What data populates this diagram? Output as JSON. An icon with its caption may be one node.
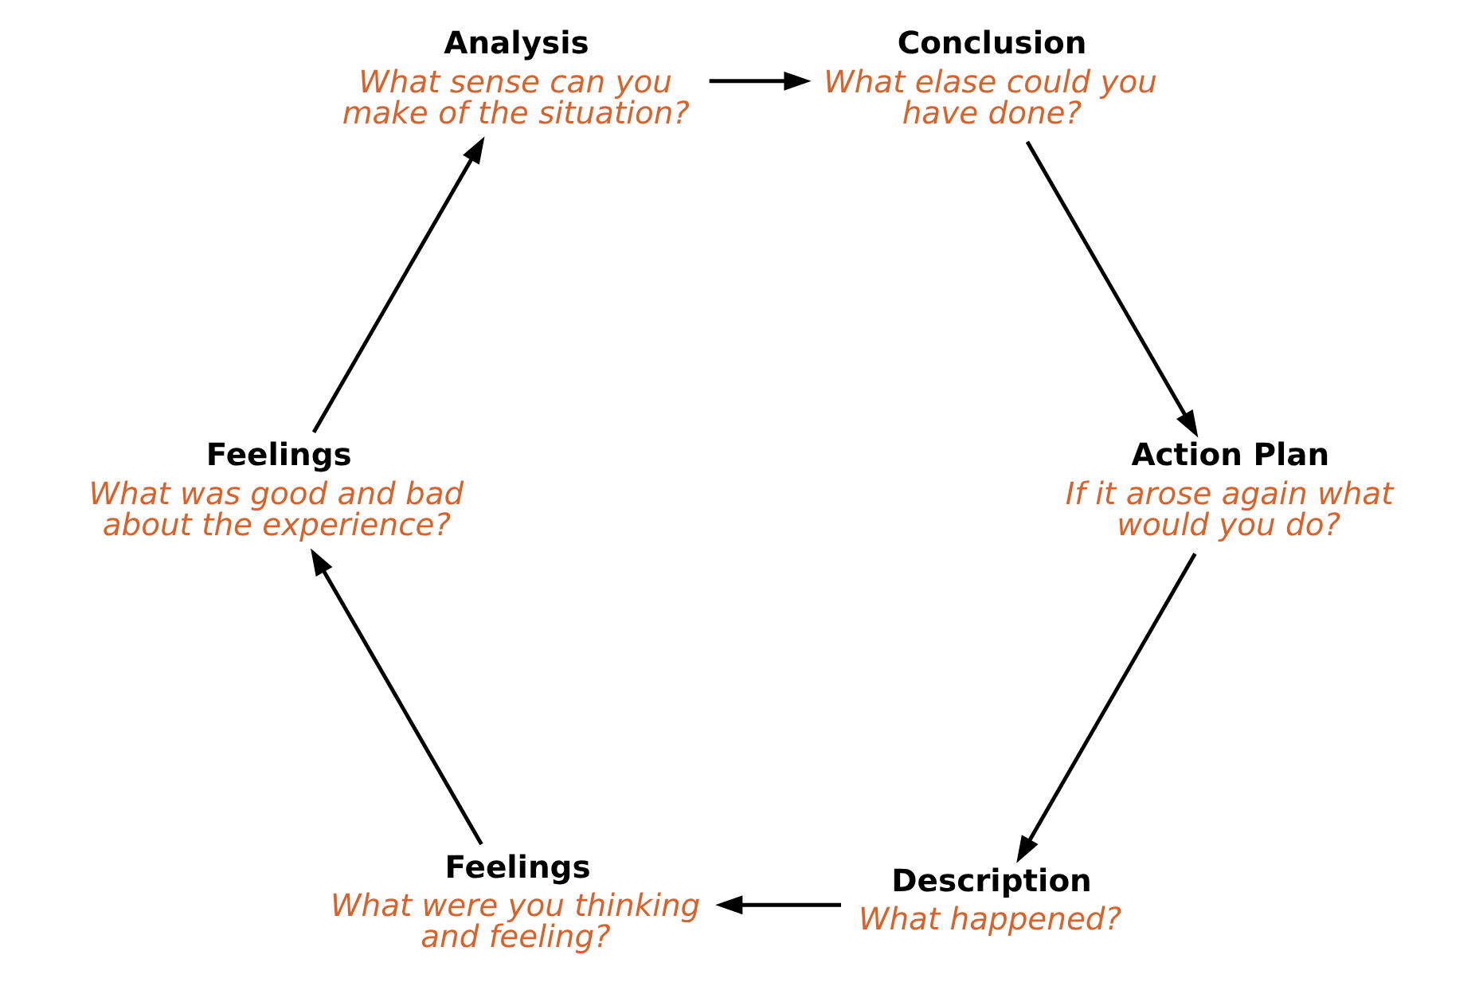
{
  "diagram": {
    "nodes": [
      {
        "text": [
          "Description",
          "What happened?"
        ]
      },
      {
        "text": [
          "Feelings",
          "What were you thinking and feeling?"
        ]
      },
      {
        "text": [
          "Feelings",
          "What was good and bad about the experience?"
        ]
      },
      {
        "text": [
          "Analysis",
          "What sense can you make of the situation?"
        ]
      },
      {
        "text": [
          "Conclusion",
          "What elase could you have done?"
        ]
      },
      {
        "text": [
          "Action Plan",
          "If it arose again what would you do?"
        ]
      }
    ],
    "edges": [
      {
        "from": 0,
        "to": 1,
        "arrow": "to"
      },
      {
        "from": 1,
        "to": 2,
        "arrow": "to"
      },
      {
        "from": 2,
        "to": 3,
        "arrow": "to"
      },
      {
        "from": 3,
        "to": 4,
        "arrow": "to"
      },
      {
        "from": 4,
        "to": 5,
        "arrow": "to"
      },
      {
        "from": 5,
        "to": 0,
        "arrow": "to"
      }
    ]
  }
}
